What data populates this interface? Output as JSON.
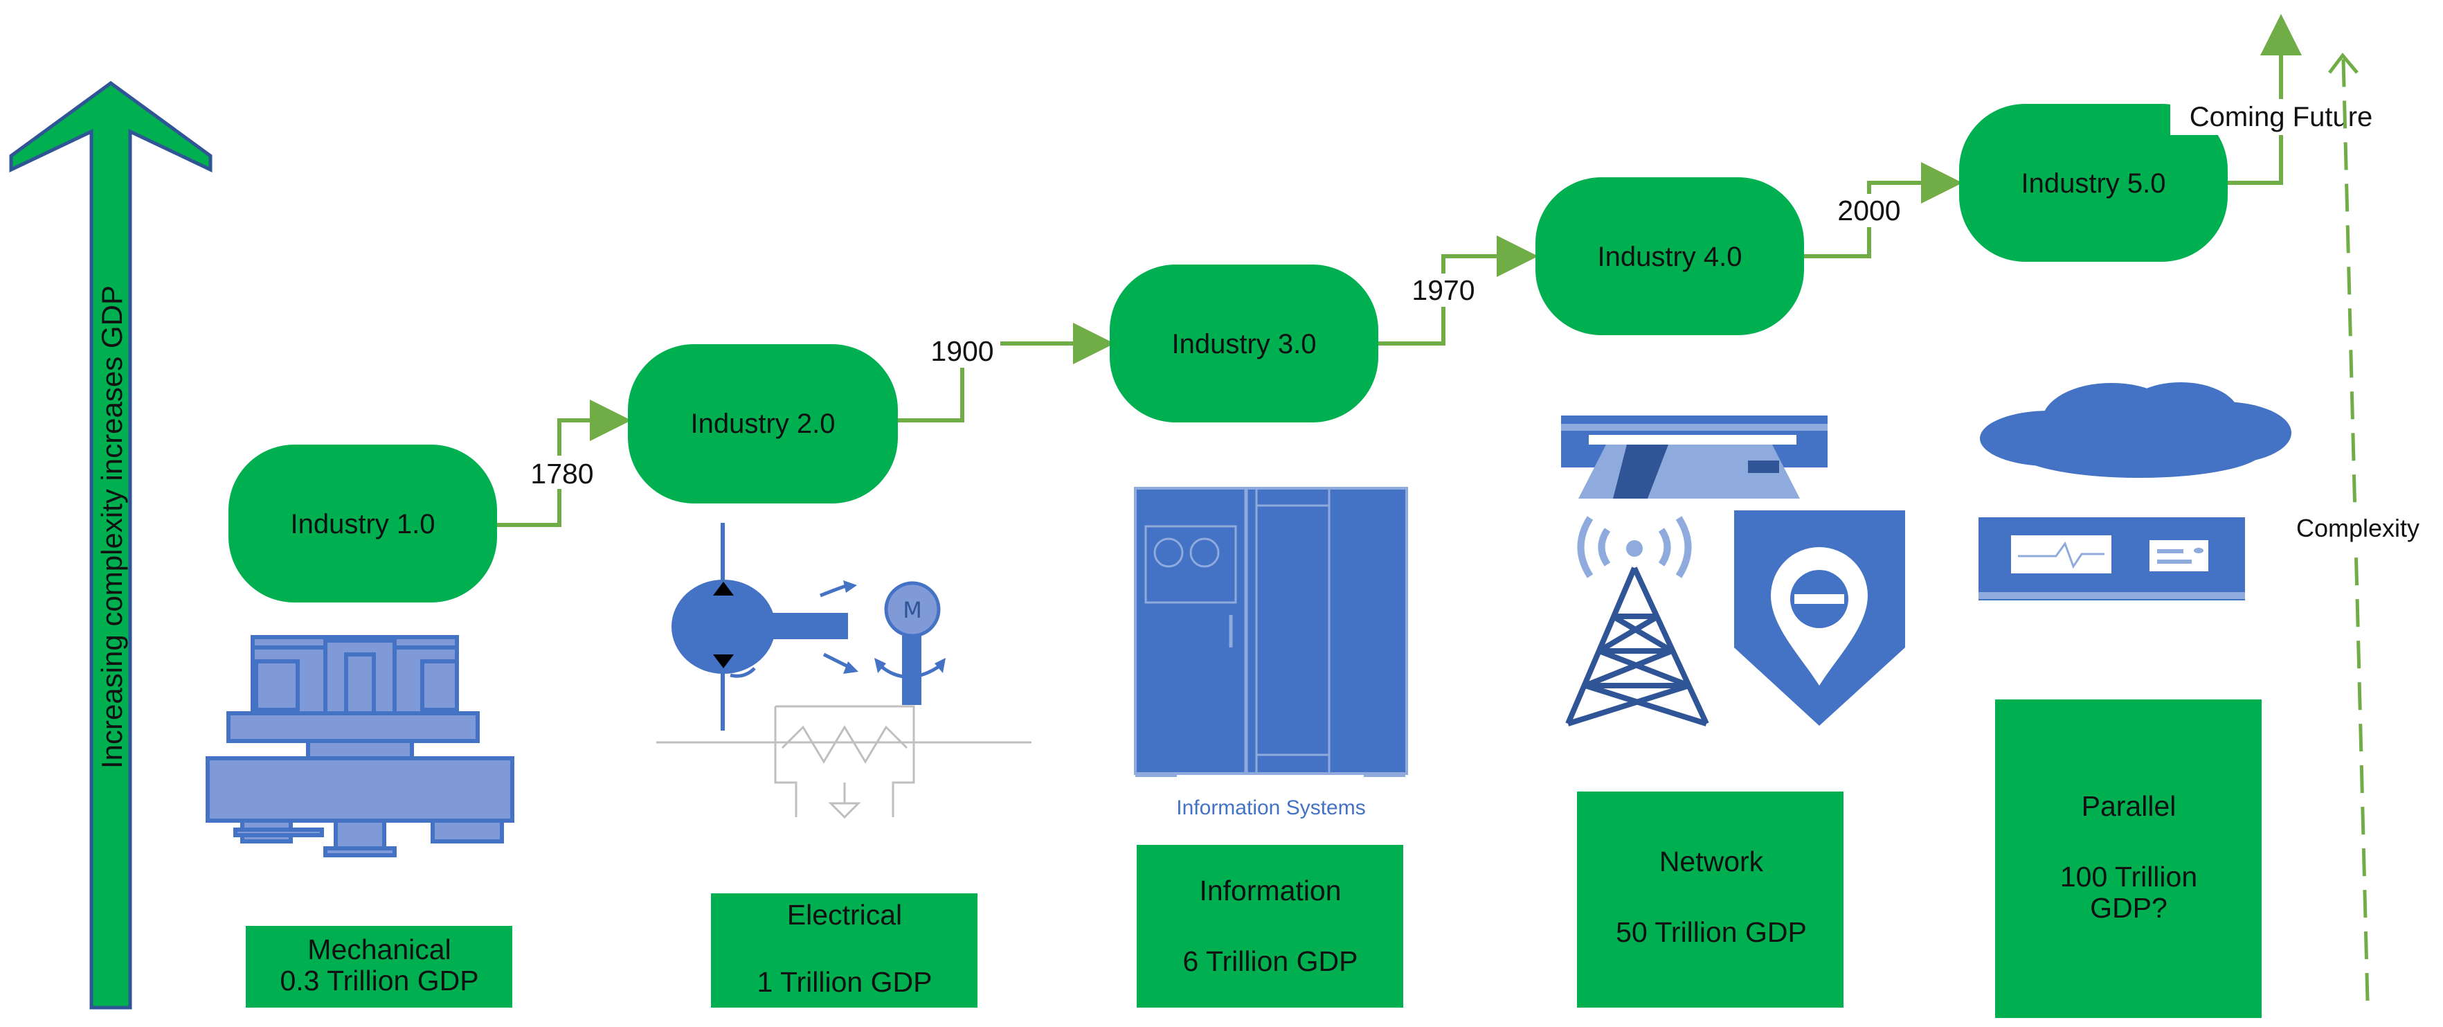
{
  "left_axis": {
    "label": "Increasing complexity increases GDP"
  },
  "right_axis": {
    "label": "Complexity",
    "arrow_label": "Coming Future"
  },
  "colors": {
    "green": "#00b050",
    "green_line": "#70ad47",
    "blue": "#4472c4",
    "blue_light": "#8faadc",
    "blue_dark": "#2f5597",
    "grey_line": "#bfbfbf"
  },
  "stages": [
    {
      "label": "Industry 1.0"
    },
    {
      "label": "Industry 2.0"
    },
    {
      "label": "Industry 3.0"
    },
    {
      "label": "Industry 4.0"
    },
    {
      "label": "Industry 5.0"
    }
  ],
  "years": [
    "1780",
    "1900",
    "1970",
    "2000"
  ],
  "info_boxes": [
    {
      "line1": "Mechanical",
      "line2": "0.3 Trillion GDP"
    },
    {
      "line1": "Electrical",
      "line2": "1 Trillion GDP"
    },
    {
      "line1": "Information",
      "line2": "6 Trillion GDP"
    },
    {
      "line1": "Network",
      "line2": "50 Trillion GDP"
    },
    {
      "line1": "Parallel",
      "line2": "100 Trillion",
      "line3": "GDP?"
    }
  ],
  "icons": {
    "mechanical": "machine-icon",
    "electrical": "pump-motor-icon",
    "information": "server-cabinet-icon",
    "information_caption": "Information Systems",
    "network": [
      "card-reader-icon",
      "radio-tower-icon",
      "location-pin-icon"
    ],
    "parallel": [
      "cloud-icon",
      "server-unit-icon"
    ]
  }
}
